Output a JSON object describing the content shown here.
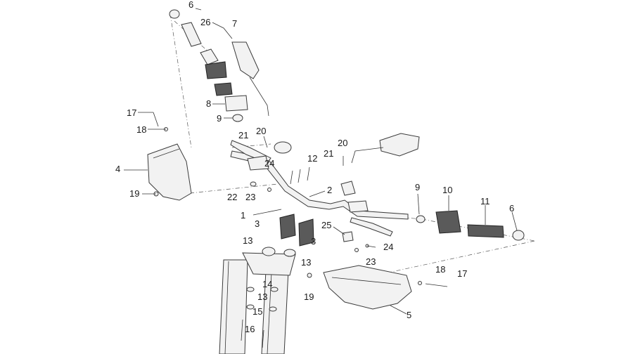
{
  "callouts": {
    "c1": "1",
    "c2": "2",
    "c3a": "3",
    "c3b": "3",
    "c4": "4",
    "c5": "5",
    "c6a": "6",
    "c6b": "6",
    "c7": "7",
    "c8": "8",
    "c9a": "9",
    "c9b": "9",
    "c10": "10",
    "c11": "11",
    "c12": "12",
    "c13a": "13",
    "c13b": "13",
    "c13c": "13",
    "c14": "14",
    "c15": "15",
    "c16": "16",
    "c17a": "17",
    "c17b": "17",
    "c18a": "18",
    "c18b": "18",
    "c19a": "19",
    "c19b": "19",
    "c20a": "20",
    "c20b": "20",
    "c21a": "21",
    "c21b": "21",
    "c22": "22",
    "c23a": "23",
    "c23b": "23",
    "c24a": "24",
    "c24b": "24",
    "c25": "25",
    "c26": "26"
  }
}
